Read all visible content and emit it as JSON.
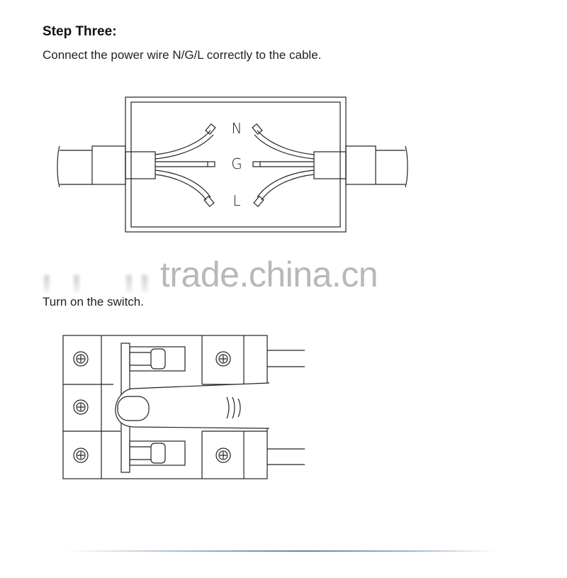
{
  "step": {
    "title": "Step Three:",
    "instruction": "Connect the power wire N/G/L correctly to the cable."
  },
  "wiring_labels": {
    "n": "N",
    "g": "G",
    "l": "L"
  },
  "switch_step": {
    "instruction": "Turn on the switch."
  },
  "watermark": {
    "text": "trade.china.cn"
  }
}
